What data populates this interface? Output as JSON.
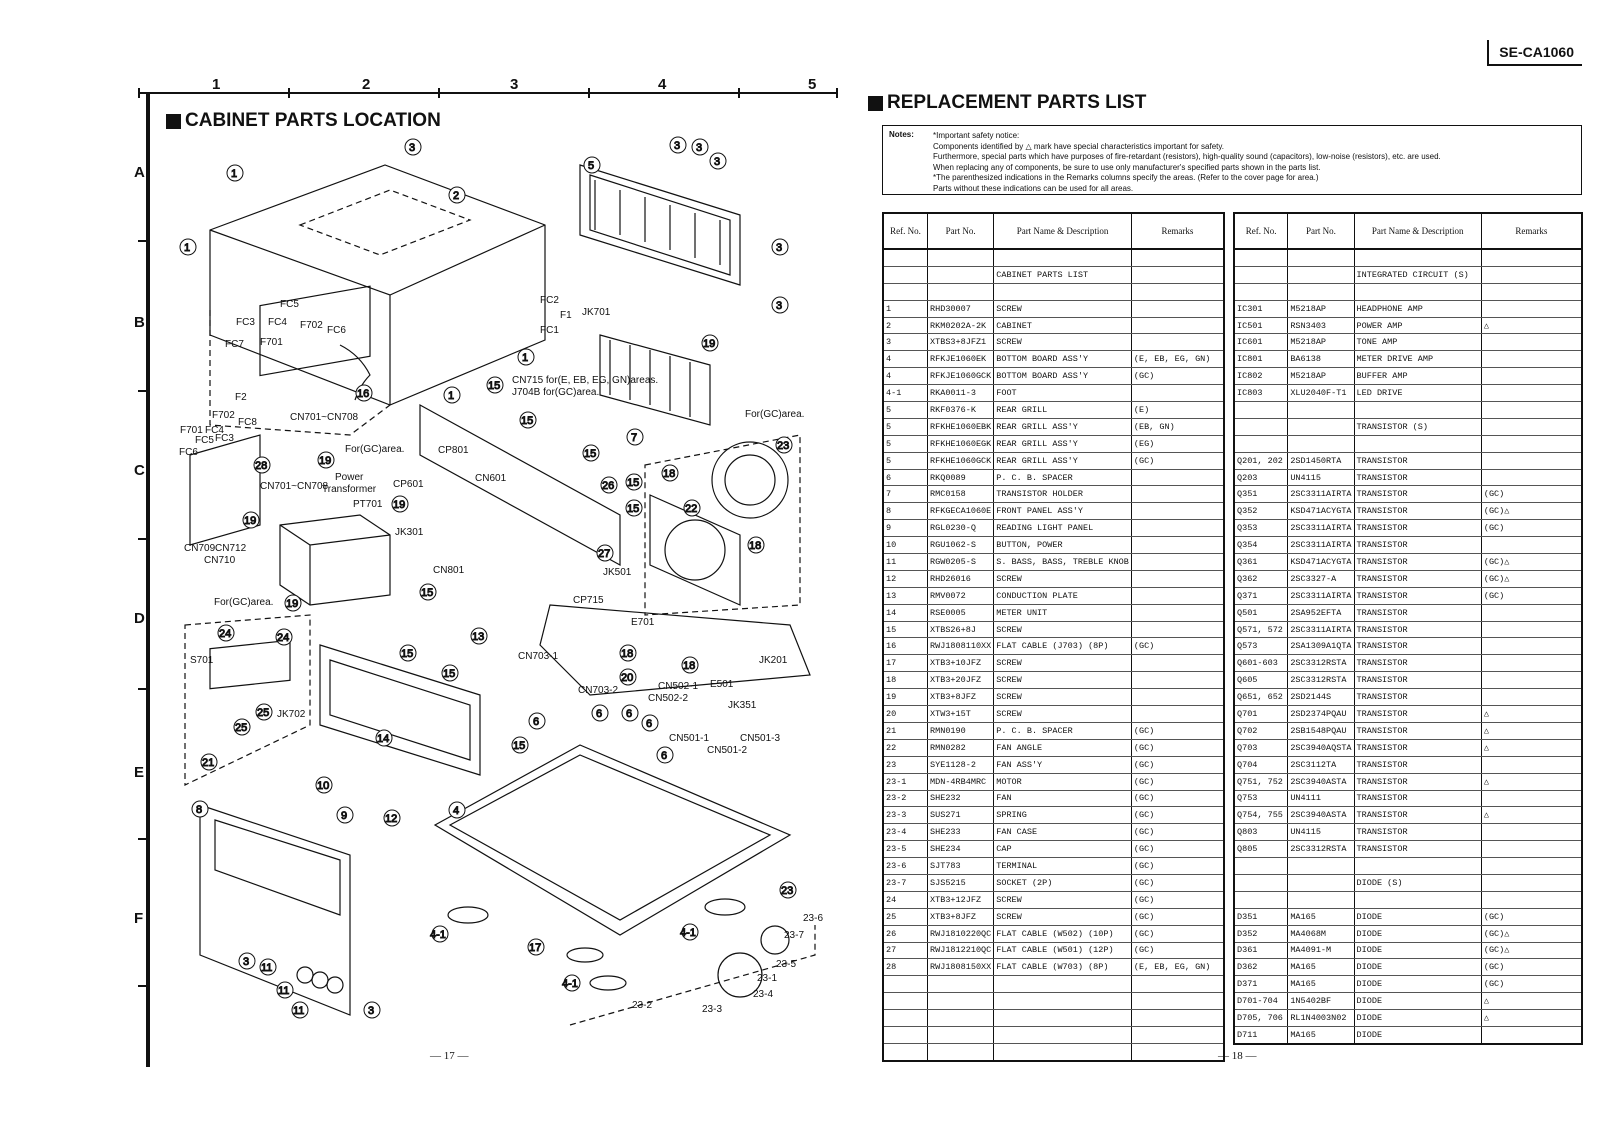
{
  "model": "SE-CA1060",
  "left": {
    "title": "CABINET PARTS LOCATION",
    "columns": [
      "1",
      "2",
      "3",
      "4",
      "5"
    ],
    "rows": [
      "A",
      "B",
      "C",
      "D",
      "E",
      "F"
    ],
    "page_number": "— 17 —",
    "callouts": {
      "cn715": "CN715 for(E, EB, EG, GN)areas.",
      "j704b": "J704B for(GC)area.",
      "for_gc_1": "For(GC)area.",
      "for_gc_2": "For(GC)area.",
      "for_gc_3": "For(GC)area.",
      "power_transformer": "Power",
      "power_transformer2": "Transformer",
      "pt701": "PT701",
      "cn701_708a": "CN701~CN708",
      "cn701_708b": "CN701~CN708",
      "cn701_708c": "CN701~CN708",
      "cn709": "CN709",
      "cn710": "CN710",
      "cn712": "CN712",
      "cp601": "CP601",
      "cp801": "CP801",
      "cn601": "CN601",
      "cn801": "CN801",
      "jk301": "JK301",
      "jk501": "JK501",
      "jk701": "JK701",
      "jk702": "JK702",
      "jk201": "JK201",
      "jk351": "JK351",
      "cp715": "CP715",
      "e701": "E701",
      "e501": "E501",
      "s701": "S701",
      "cn703_1": "CN703-1",
      "cn703_2": "CN703-2",
      "cn502_1": "CN502-1",
      "cn502_2": "CN502-2",
      "cn501_1": "CN501-1",
      "cn501_2": "CN501-2",
      "cn501_3": "CN501-3",
      "fc1": "FC1",
      "fc2": "FC2",
      "fc3": "FC3",
      "fc4": "FC4",
      "fc5": "FC5",
      "fc6": "FC6",
      "fc7": "FC7",
      "f1": "F1",
      "f2": "F2",
      "f701": "F701",
      "f702": "F702",
      "fc3b": "FC3",
      "fc4b": "FC4",
      "fc5b": "FC5",
      "fc6b": "FC6",
      "fc8": "FC8",
      "f701b": "F701",
      "f702b": "F702",
      "n23_1": "23-1",
      "n23_2": "23-2",
      "n23_3": "23-3",
      "n23_4": "23-4",
      "n23_5": "23-5",
      "n23_6": "23-6",
      "n23_7": "23-7"
    }
  },
  "right": {
    "title": "REPLACEMENT PARTS LIST",
    "notes_label": "Notes:",
    "notes": [
      "*Important safety notice:",
      "Components identified by △ mark have special characteristics important for safety.",
      "Furthermore, special parts which have purposes of fire-retardant (resistors), high-quality sound (capacitors), low-noise (resistors), etc. are used.",
      "When replacing any of components, be sure to use only manufacturer's specified parts shown in the parts list.",
      "*The parenthesized indications in the Remarks columns specify the areas. (Refer to the cover page for area.)",
      "Parts without these indications can be used for all areas."
    ],
    "headers": [
      "Ref. No.",
      "Part No.",
      "Part Name & Description",
      "Remarks"
    ],
    "page_number": "— 18 —",
    "table1": [
      [
        "",
        "",
        "",
        ""
      ],
      [
        "",
        "",
        "CABINET PARTS LIST",
        ""
      ],
      [
        "",
        "",
        "",
        ""
      ],
      [
        "1",
        "RHD30007",
        "SCREW",
        ""
      ],
      [
        "2",
        "RKM0202A-2K",
        "CABINET",
        ""
      ],
      [
        "3",
        "XTBS3+8JFZ1",
        "SCREW",
        ""
      ],
      [
        "4",
        "RFKJE1060EK",
        "BOTTOM BOARD ASS'Y",
        "(E, EB, EG, GN)"
      ],
      [
        "4",
        "RFKJE1060GCK",
        "BOTTOM BOARD ASS'Y",
        "(GC)"
      ],
      [
        "4-1",
        "RKA0011-3",
        "FOOT",
        ""
      ],
      [
        "5",
        "RKF0376-K",
        "REAR GRILL",
        "(E)"
      ],
      [
        "5",
        "RFKHE1060EBK",
        "REAR GRILL ASS'Y",
        "(EB, GN)"
      ],
      [
        "5",
        "RFKHE1060EGK",
        "REAR GRILL ASS'Y",
        "(EG)"
      ],
      [
        "5",
        "RFKHE1060GCK",
        "REAR GRILL ASS'Y",
        "(GC)"
      ],
      [
        "6",
        "RKQ0089",
        "P. C. B. SPACER",
        ""
      ],
      [
        "7",
        "RMC0158",
        "TRANSISTOR HOLDER",
        ""
      ],
      [
        "8",
        "RFKGECA1060E",
        "FRONT PANEL ASS'Y",
        ""
      ],
      [
        "9",
        "RGL0230-Q",
        "READING LIGHT PANEL",
        ""
      ],
      [
        "10",
        "RGU1062-S",
        "BUTTON, POWER",
        ""
      ],
      [
        "11",
        "RGW0205-S",
        "S. BASS, BASS, TREBLE KNOB",
        ""
      ],
      [
        "12",
        "RHD26016",
        "SCREW",
        ""
      ],
      [
        "13",
        "RMV0072",
        "CONDUCTION PLATE",
        ""
      ],
      [
        "14",
        "RSE0005",
        "METER UNIT",
        ""
      ],
      [
        "15",
        "XTBS26+8J",
        "SCREW",
        ""
      ],
      [
        "16",
        "RWJ1808110XX",
        "FLAT CABLE (J703) (8P)",
        "(GC)"
      ],
      [
        "17",
        "XTB3+10JFZ",
        "SCREW",
        ""
      ],
      [
        "18",
        "XTB3+20JFZ",
        "SCREW",
        ""
      ],
      [
        "19",
        "XTB3+8JFZ",
        "SCREW",
        ""
      ],
      [
        "20",
        "XTW3+15T",
        "SCREW",
        ""
      ],
      [
        "21",
        "RMN0190",
        "P. C. B. SPACER",
        "(GC)"
      ],
      [
        "22",
        "RMN0282",
        "FAN ANGLE",
        "(GC)"
      ],
      [
        "23",
        "SYE1128-2",
        "FAN ASS'Y",
        "(GC)"
      ],
      [
        "23-1",
        "MDN-4RB4MRC",
        "MOTOR",
        "(GC)"
      ],
      [
        "23-2",
        "SHE232",
        "FAN",
        "(GC)"
      ],
      [
        "23-3",
        "SUS271",
        "SPRING",
        "(GC)"
      ],
      [
        "23-4",
        "SHE233",
        "FAN CASE",
        "(GC)"
      ],
      [
        "23-5",
        "SHE234",
        "CAP",
        "(GC)"
      ],
      [
        "23-6",
        "SJT783",
        "TERMINAL",
        "(GC)"
      ],
      [
        "23-7",
        "SJS5215",
        "SOCKET (2P)",
        "(GC)"
      ],
      [
        "24",
        "XTB3+12JFZ",
        "SCREW",
        "(GC)"
      ],
      [
        "25",
        "XTB3+8JFZ",
        "SCREW",
        "(GC)"
      ],
      [
        "26",
        "RWJ1810220QC",
        "FLAT CABLE (W502) (10P)",
        "(GC)"
      ],
      [
        "27",
        "RWJ1812210QC",
        "FLAT CABLE (W501) (12P)",
        "(GC)"
      ],
      [
        "28",
        "RWJ1808150XX",
        "FLAT CABLE (W703) (8P)",
        "(E, EB, EG, GN)"
      ],
      [
        "",
        "",
        "",
        ""
      ],
      [
        "",
        "",
        "",
        ""
      ],
      [
        "",
        "",
        "",
        ""
      ],
      [
        "",
        "",
        "",
        ""
      ],
      [
        "",
        "",
        "",
        ""
      ]
    ],
    "table2": [
      [
        "",
        "",
        "",
        ""
      ],
      [
        "",
        "",
        "INTEGRATED CIRCUIT (S)",
        ""
      ],
      [
        "",
        "",
        "",
        ""
      ],
      [
        "IC301",
        "M5218AP",
        "HEADPHONE AMP",
        ""
      ],
      [
        "IC501",
        "RSN3403",
        "POWER AMP",
        "△"
      ],
      [
        "IC601",
        "M5218AP",
        "TONE AMP",
        ""
      ],
      [
        "IC801",
        "BA6138",
        "METER DRIVE AMP",
        ""
      ],
      [
        "IC802",
        "M5218AP",
        "BUFFER AMP",
        ""
      ],
      [
        "IC803",
        "XLU2040F-T1",
        "LED DRIVE",
        ""
      ],
      [
        "",
        "",
        "",
        ""
      ],
      [
        "",
        "",
        "TRANSISTOR (S)",
        ""
      ],
      [
        "",
        "",
        "",
        ""
      ],
      [
        "Q201, 202",
        "2SD1450RTA",
        "TRANSISTOR",
        ""
      ],
      [
        "Q203",
        "UN4115",
        "TRANSISTOR",
        ""
      ],
      [
        "Q351",
        "2SC3311AIRTA",
        "TRANSISTOR",
        "(GC)"
      ],
      [
        "Q352",
        "KSD471ACYGTA",
        "TRANSISTOR",
        "(GC)△"
      ],
      [
        "Q353",
        "2SC3311AIRTA",
        "TRANSISTOR",
        "(GC)"
      ],
      [
        "Q354",
        "2SC3311AIRTA",
        "TRANSISTOR",
        ""
      ],
      [
        "Q361",
        "KSD471ACYGTA",
        "TRANSISTOR",
        "(GC)△"
      ],
      [
        "Q362",
        "2SC3327-A",
        "TRANSISTOR",
        "(GC)△"
      ],
      [
        "Q371",
        "2SC3311AIRTA",
        "TRANSISTOR",
        "(GC)"
      ],
      [
        "Q501",
        "2SA952EFTA",
        "TRANSISTOR",
        ""
      ],
      [
        "Q571, 572",
        "2SC3311AIRTA",
        "TRANSISTOR",
        ""
      ],
      [
        "Q573",
        "2SA1309A1QTA",
        "TRANSISTOR",
        ""
      ],
      [
        "Q601-603",
        "2SC3312RSTA",
        "TRANSISTOR",
        ""
      ],
      [
        "Q605",
        "2SC3312RSTA",
        "TRANSISTOR",
        ""
      ],
      [
        "Q651, 652",
        "2SD2144S",
        "TRANSISTOR",
        ""
      ],
      [
        "Q701",
        "2SD2374PQAU",
        "TRANSISTOR",
        "△"
      ],
      [
        "Q702",
        "2SB1548PQAU",
        "TRANSISTOR",
        "△"
      ],
      [
        "Q703",
        "2SC3940AQSTA",
        "TRANSISTOR",
        "△"
      ],
      [
        "Q704",
        "2SC3112TA",
        "TRANSISTOR",
        ""
      ],
      [
        "Q751, 752",
        "2SC3940ASTA",
        "TRANSISTOR",
        "△"
      ],
      [
        "Q753",
        "UN4111",
        "TRANSISTOR",
        ""
      ],
      [
        "Q754, 755",
        "2SC3940ASTA",
        "TRANSISTOR",
        "△"
      ],
      [
        "Q803",
        "UN4115",
        "TRANSISTOR",
        ""
      ],
      [
        "Q805",
        "2SC3312RSTA",
        "TRANSISTOR",
        ""
      ],
      [
        "",
        "",
        "",
        ""
      ],
      [
        "",
        "",
        "DIODE (S)",
        ""
      ],
      [
        "",
        "",
        "",
        ""
      ],
      [
        "D351",
        "MA165",
        "DIODE",
        "(GC)"
      ],
      [
        "D352",
        "MA4068M",
        "DIODE",
        "(GC)△"
      ],
      [
        "D361",
        "MA4091-M",
        "DIODE",
        "(GC)△"
      ],
      [
        "D362",
        "MA165",
        "DIODE",
        "(GC)"
      ],
      [
        "D371",
        "MA165",
        "DIODE",
        "(GC)"
      ],
      [
        "D701-704",
        "1N5402BF",
        "DIODE",
        "△"
      ],
      [
        "D705, 706",
        "RL1N4003N02",
        "DIODE",
        "△"
      ],
      [
        "D711",
        "MA165",
        "DIODE",
        ""
      ]
    ]
  }
}
